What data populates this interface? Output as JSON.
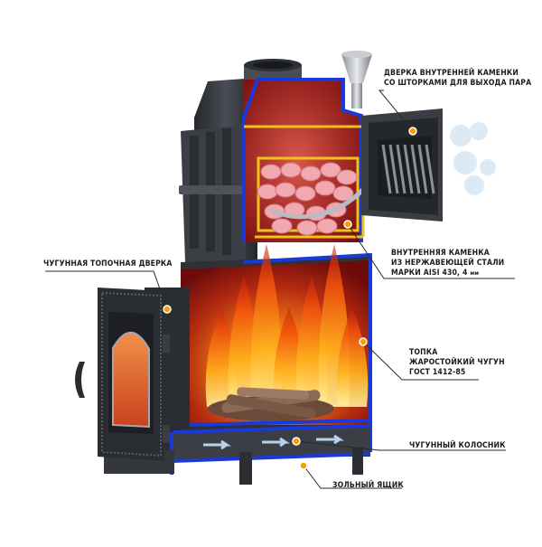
{
  "callouts": {
    "inner_heater_door": {
      "lines": [
        "ДВЕРКА ВНУТРЕННЕЙ КАМЕНКИ",
        "СО ШТОРКАМИ ДЛЯ ВЫХОДА ПАРА"
      ]
    },
    "firebox_door": {
      "lines": [
        "ЧУГУННАЯ ТОПОЧНАЯ ДВЕРКА"
      ]
    },
    "inner_heater": {
      "lines": [
        "ВНУТРЕННЯЯ КАМЕНКА",
        "ИЗ НЕРЖАВЕЮЩЕЙ СТАЛИ"
      ],
      "line3_main": "МАРКИ AISI 430,  4",
      "line3_unit": "мм"
    },
    "firebox": {
      "lines": [
        "ТОПКА",
        "ЖАРОСТОЙКИЙ ЧУГУН",
        "ГОСТ 1412-85"
      ]
    },
    "grate": {
      "lines": [
        "ЧУГУННЫЙ КОЛОСНИК"
      ]
    },
    "ash_box": {
      "lines": [
        "ЗОЛЬНЫЙ ЯЩИК"
      ]
    }
  },
  "colors": {
    "cast_iron": "#2f3236",
    "cast_iron_light": "#5a5f66",
    "section_outline": "#1a39d6",
    "hot_interior": "#a01414",
    "heater_frame": "#f2c21a",
    "marker": "#ff9a00",
    "stones": "#f2a8b0",
    "flame_outer": "#e84a0c",
    "flame_inner": "#ffd23a",
    "glass": "#e2662c",
    "leader": "#333333"
  }
}
